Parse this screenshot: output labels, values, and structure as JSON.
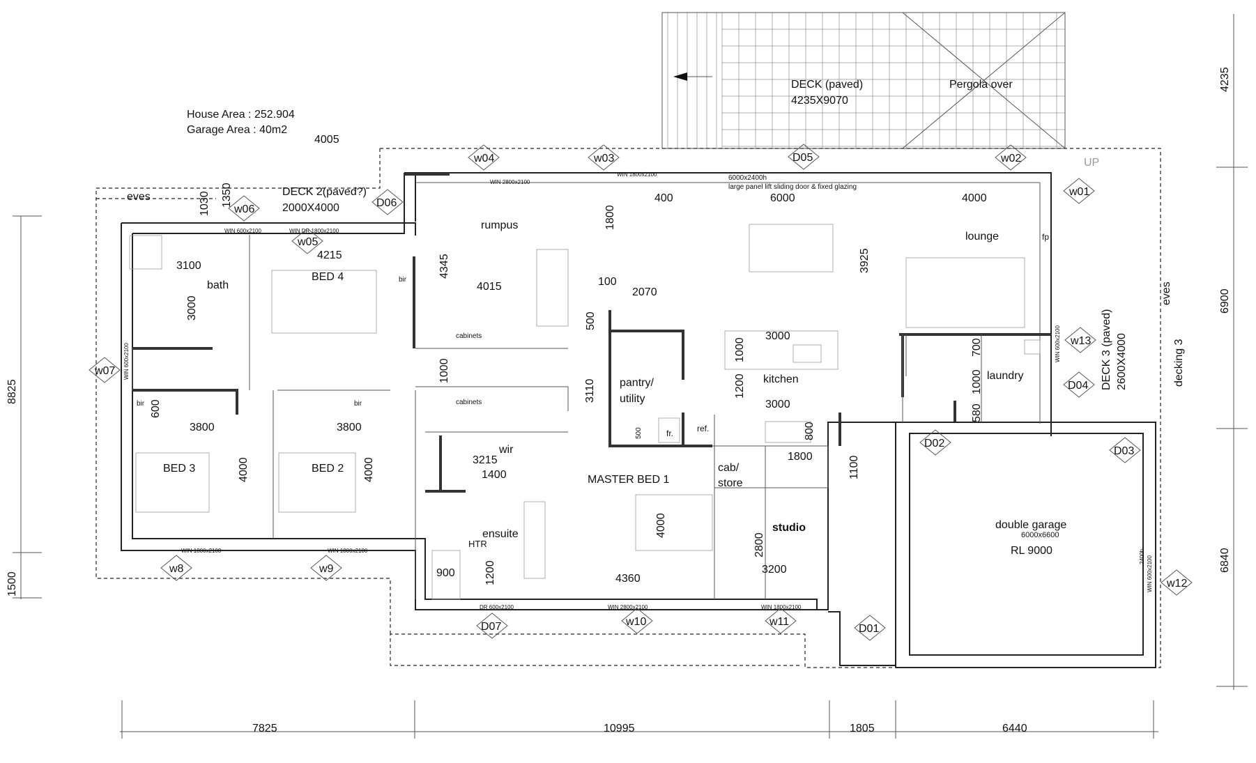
{
  "info": {
    "house_area": "House Area  : 252.904",
    "garage_area": "Garage Area : 40m2"
  },
  "rooms": {
    "deck": "DECK (paved)",
    "deck_size": "4235X9070",
    "pergola": "Pergola over",
    "deck2": "DECK 2(paved?)",
    "deck2_size": "2000X4000",
    "deck3": "DECK 3 (paved)",
    "deck3_size": "2600X4000",
    "decking3": "decking 3",
    "eves_left": "eves",
    "eves_right": "eves",
    "up": "UP",
    "rumpus": "rumpus",
    "lounge": "lounge",
    "fp": "fp",
    "bath": "bath",
    "bed4": "BED 4",
    "bed3": "BED 3",
    "bed2": "BED 2",
    "master": "MASTER BED 1",
    "ensuite": "ensuite",
    "wir": "wir",
    "pantry": "pantry/",
    "utility": "utility",
    "kitchen": "kitchen",
    "laundry": "laundry",
    "cab": "cab/",
    "store": "store",
    "studio": "studio",
    "garage": "double garage",
    "garage_size": "6000x6600",
    "rl": "RL 9000",
    "fr": "fr.",
    "ref": "ref.",
    "htr": "HTR",
    "bir_bed4": "bir",
    "bir_bed3": "bir",
    "bir_bed2": "bir",
    "cabinets_top": "cabinets",
    "cabinets_mid": "cabinets",
    "sliding_1": "6000x2400h",
    "sliding_2": "large panel lift sliding door & fixed glazing"
  },
  "tags": {
    "w01": "w01",
    "w02": "w02",
    "w03": "w03",
    "w04": "w04",
    "w05": "w05",
    "w06": "w06",
    "w07": "w07",
    "w8": "w8",
    "w9": "w9",
    "w10": "w10",
    "w11": "w11",
    "w12": "w12",
    "w13": "w13",
    "D01": "D01",
    "D02": "D02",
    "D03": "D03",
    "D04": "D04",
    "D05": "D05",
    "D06": "D06",
    "D07": "D07"
  },
  "win_labels": {
    "w04": "WIN 2800x2100",
    "w03": "WIN 1800x2100",
    "w06": "WIN 600x2100",
    "w05": "WIN  DR 1800x2100",
    "w8": "WIN 1800x2100",
    "w9": "WIN 1800x2100",
    "d07": "DR 600x2100",
    "w10": "WIN 2800x2100",
    "w11": "WIN 1800x2100",
    "w07": "WIN 600x2100",
    "w13": "WIN 600x2100",
    "w12": "WIN 600x2100",
    "garage_door": "2400h"
  },
  "dims": {
    "d4005": "4005",
    "d1030": "1030",
    "d1350": "1350",
    "d3100": "3100",
    "d3000_bath": "3000",
    "d4215": "4215",
    "d4345": "4345",
    "d4015": "4015",
    "d1800_rumpus": "1800",
    "d400": "400",
    "d6000": "6000",
    "d4000_lounge": "4000",
    "d3925": "3925",
    "d100": "100",
    "d2070": "2070",
    "d500": "500",
    "d3110": "3110",
    "d3000_kitchen": "3000",
    "d1000_kitchen": "1000",
    "d1200_kitchen": "1200",
    "d3000_bench": "3000",
    "d500_b": "500",
    "d800": "800",
    "d1800_cab": "1800",
    "d1100": "1100",
    "d700": "700",
    "d1000_laundry": "1000",
    "d580": "580",
    "d1000_hall": "1000",
    "d600": "600",
    "d3800_a": "3800",
    "d3800_b": "3800",
    "d4000_bed3": "4000",
    "d4000_bed2": "4000",
    "d3215": "3215",
    "d1400": "1400",
    "d900": "900",
    "d1200_ensuite": "1200",
    "d4000_master": "4000",
    "d4360": "4360",
    "d2800": "2800",
    "d3200": "3200",
    "left_8825": "8825",
    "left_1500": "1500",
    "right_4235": "4235",
    "right_6900": "6900",
    "right_6840": "6840",
    "bottom_7825": "7825",
    "bottom_10995": "10995",
    "bottom_1805": "1805",
    "bottom_6440": "6440"
  },
  "colors": {
    "ink": "#111111",
    "wall": "#222222",
    "thick_wall": "#333333"
  }
}
